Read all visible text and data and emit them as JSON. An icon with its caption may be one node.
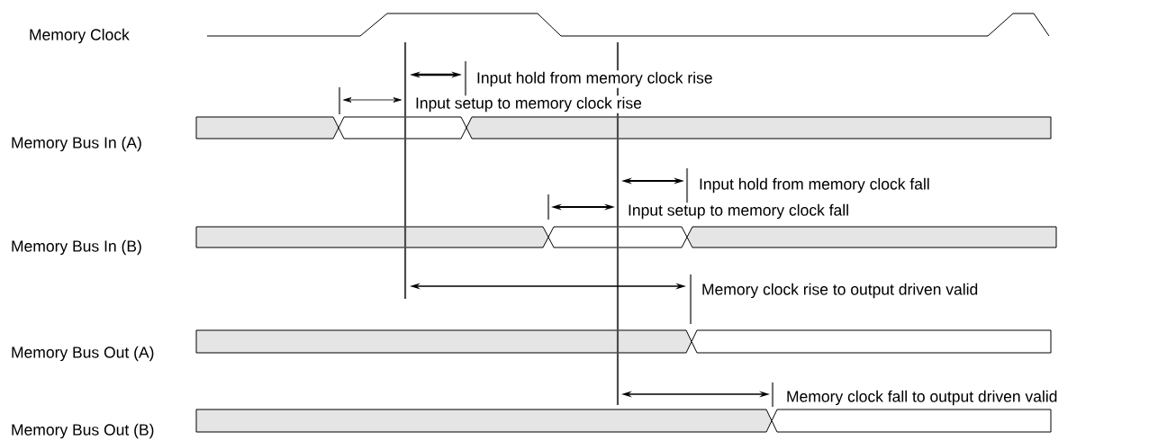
{
  "diagram": {
    "labels": [
      "Memory Clock",
      "Input hold from memory clock rise",
      "Input setup to memory clock rise",
      "Memory Bus In (A)",
      "Input hold from memory clock fall",
      "Input setup to memory clock fall",
      "Memory Bus In (B)",
      "Memory clock rise to output driven valid",
      "Memory Bus Out (A)",
      "Memory clock fall to output driven valid",
      "Memory Bus Out (B)"
    ]
  }
}
